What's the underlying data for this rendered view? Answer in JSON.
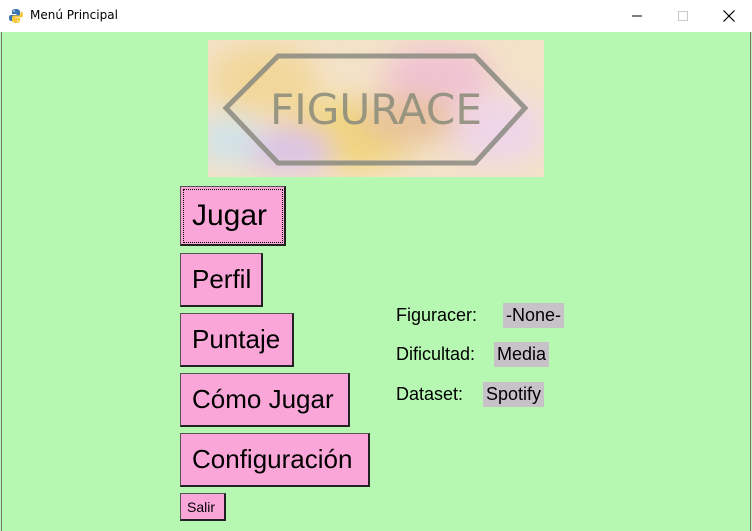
{
  "window": {
    "title": "Menú Principal",
    "app_icon": "python-icon",
    "controls": [
      "minimize-icon",
      "maximize-icon",
      "close-icon"
    ]
  },
  "logo": {
    "text": "FIGURACE",
    "colors": {
      "text": "#8f8f7d",
      "outline": "#8a8a80"
    }
  },
  "menu": {
    "play": "Jugar",
    "profile": "Perfil",
    "score": "Puntaje",
    "how_to_play": "Cómo Jugar",
    "settings": "Configuración",
    "exit": "Salir"
  },
  "info": {
    "player_label": "Figuracer:",
    "player_value": "-None-",
    "difficulty_label": "Dificultad:",
    "difficulty_value": "Media",
    "dataset_label": "Dataset:",
    "dataset_value": "Spotify"
  },
  "colors": {
    "background": "#b6f8b2",
    "button": "#fba6d9",
    "value_box": "#c7c2c7"
  }
}
